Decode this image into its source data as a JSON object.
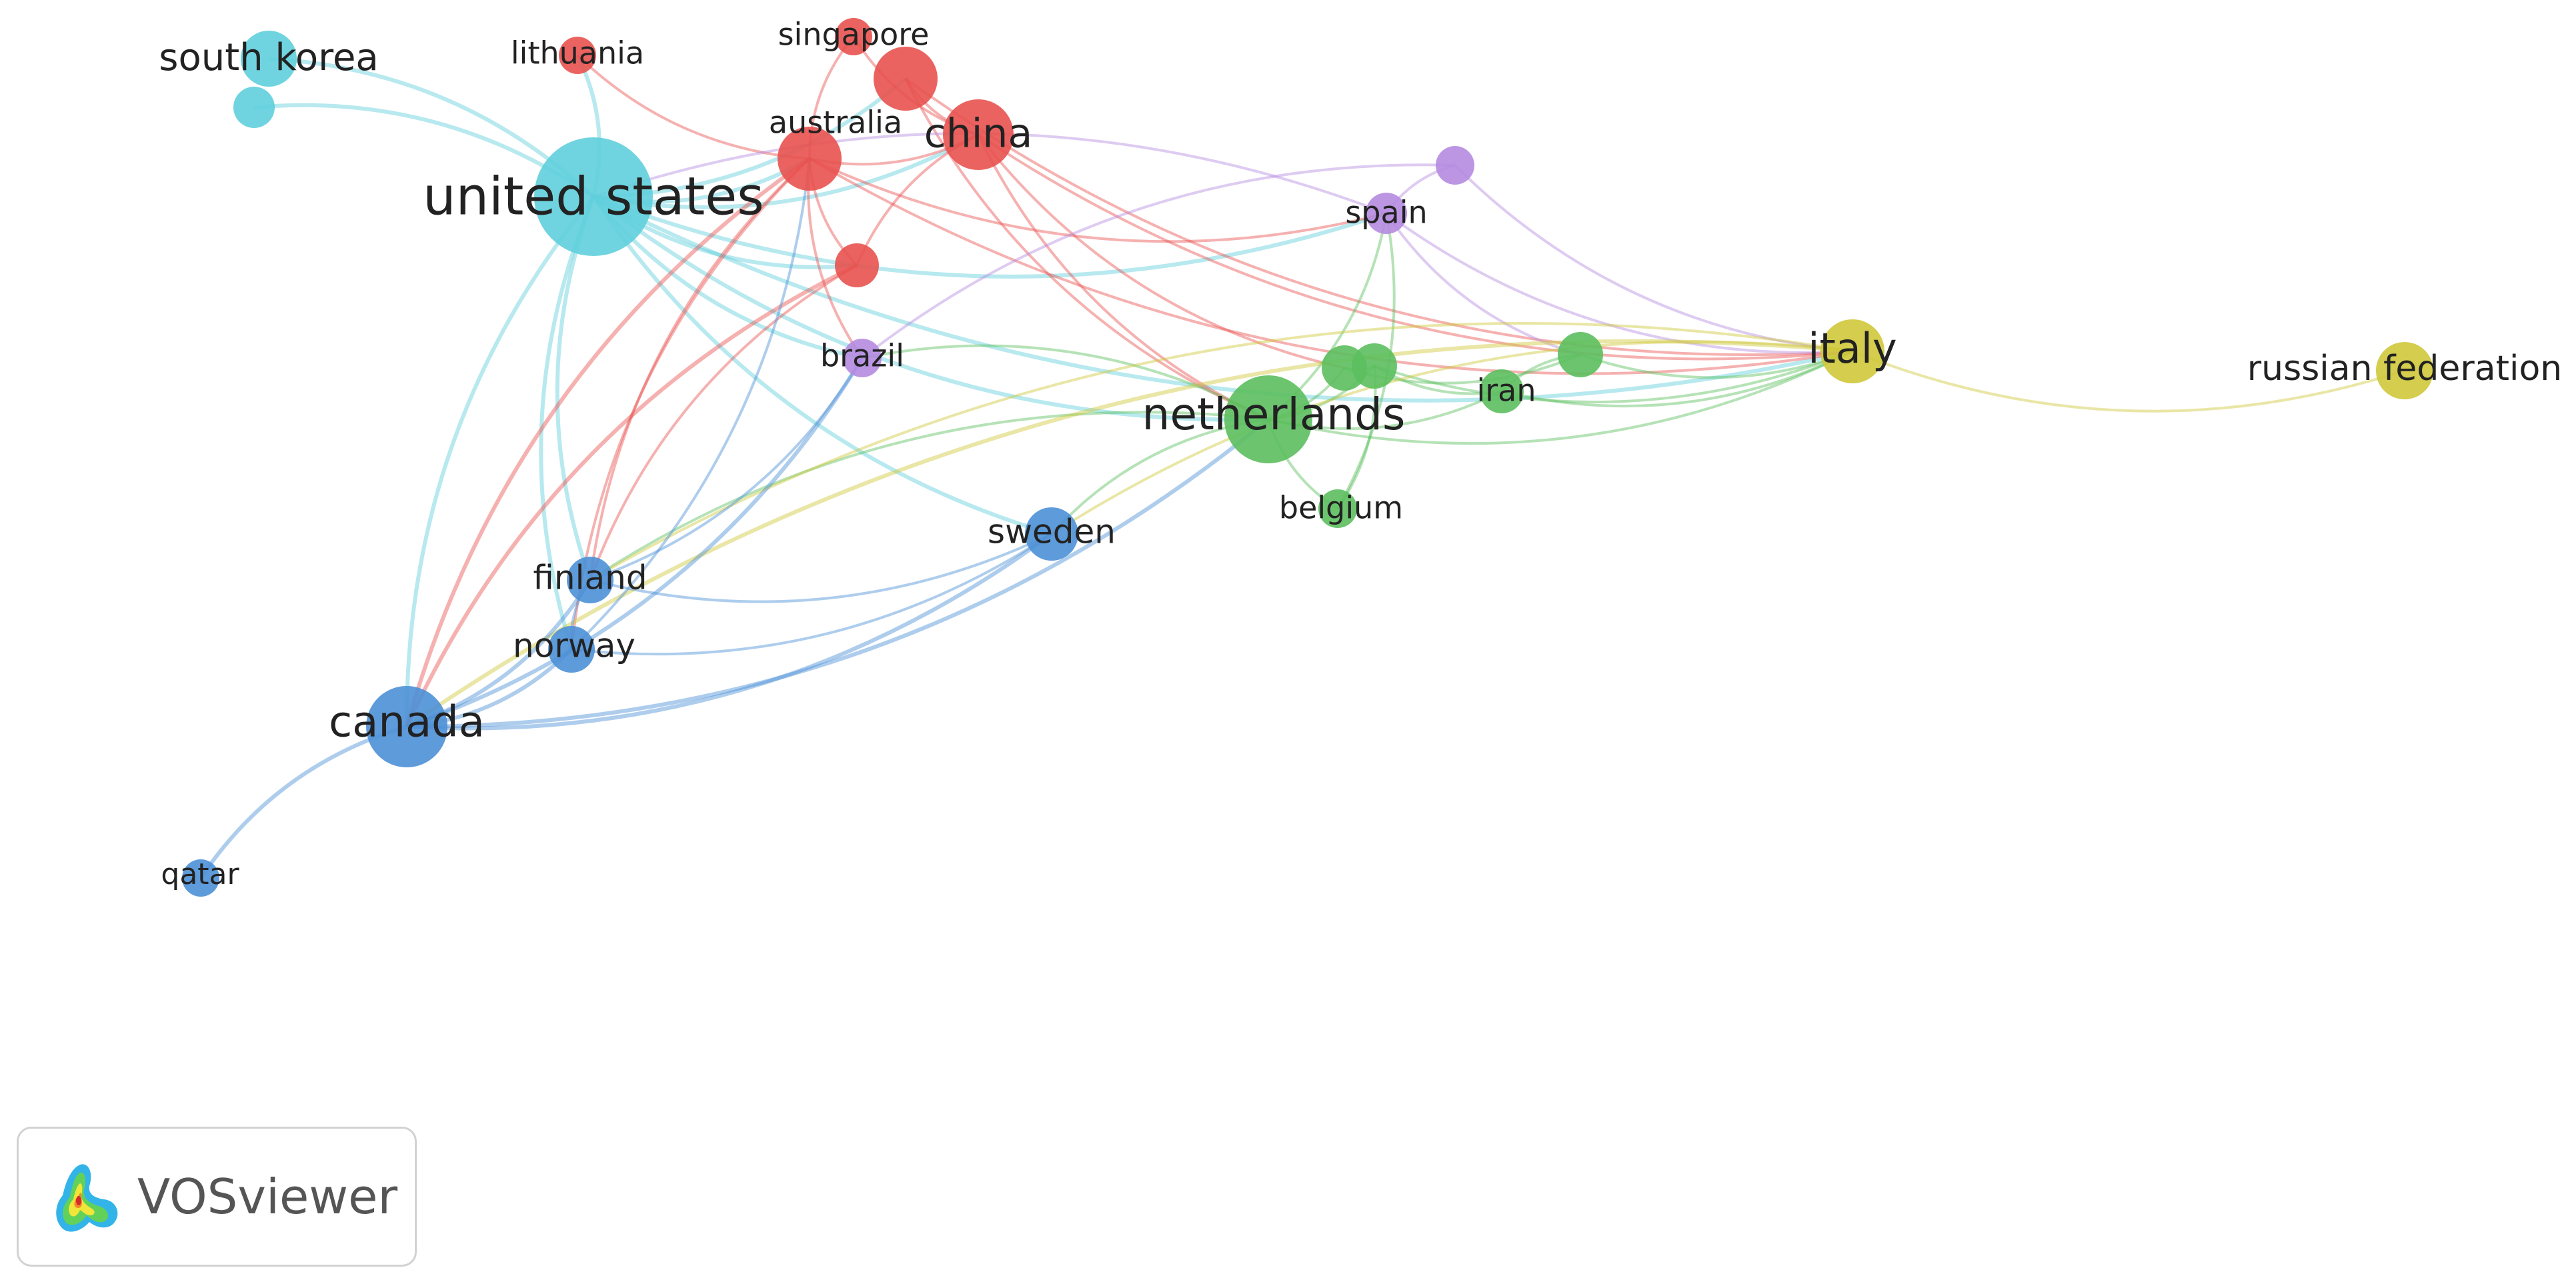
{
  "app": {
    "brand_name": "VOSviewer",
    "brand_logo_icon": "vosviewer-density-logo-icon"
  },
  "colors": {
    "cluster_cyan": "#5fcfdc",
    "cluster_red": "#e8524f",
    "cluster_green": "#5cbf5e",
    "cluster_blue": "#4c90d6",
    "cluster_yellow": "#cfc83a",
    "cluster_purple": "#b58be0",
    "label": "#222222"
  },
  "network": {
    "nodes": [
      {
        "id": "us",
        "label": "united states",
        "cluster": "cluster_cyan",
        "weight": 10
      },
      {
        "id": "sk",
        "label": "south korea",
        "cluster": "cluster_cyan",
        "weight": 2.2
      },
      {
        "id": "cy2",
        "label": "",
        "cluster": "cluster_cyan",
        "weight": 1.2
      },
      {
        "id": "lt",
        "label": "lithuania",
        "cluster": "cluster_red",
        "weight": 1
      },
      {
        "id": "sg",
        "label": "singapore",
        "cluster": "cluster_red",
        "weight": 1
      },
      {
        "id": "rd1",
        "label": "",
        "cluster": "cluster_red",
        "weight": 3
      },
      {
        "id": "au",
        "label": "australia",
        "cluster": "cluster_red",
        "weight": 3
      },
      {
        "id": "cn",
        "label": "china",
        "cluster": "cluster_red",
        "weight": 3.6
      },
      {
        "id": "rd2",
        "label": "",
        "cluster": "cluster_red",
        "weight": 1.4
      },
      {
        "id": "es",
        "label": "spain",
        "cluster": "cluster_purple",
        "weight": 1.2
      },
      {
        "id": "pu1",
        "label": "",
        "cluster": "cluster_purple",
        "weight": 1.1
      },
      {
        "id": "br",
        "label": "brazil",
        "cluster": "cluster_purple",
        "weight": 1.1
      },
      {
        "id": "nl",
        "label": "netherlands",
        "cluster": "cluster_green",
        "weight": 5.5
      },
      {
        "id": "gr1",
        "label": "",
        "cluster": "cluster_green",
        "weight": 1.5
      },
      {
        "id": "gr2",
        "label": "",
        "cluster": "cluster_green",
        "weight": 1.5
      },
      {
        "id": "gr3",
        "label": "",
        "cluster": "cluster_green",
        "weight": 1.5
      },
      {
        "id": "ir",
        "label": "iran",
        "cluster": "cluster_green",
        "weight": 1.4
      },
      {
        "id": "be",
        "label": "belgium",
        "cluster": "cluster_green",
        "weight": 1.1
      },
      {
        "id": "it",
        "label": "italy",
        "cluster": "cluster_yellow",
        "weight": 3
      },
      {
        "id": "ru",
        "label": "russian federation",
        "cluster": "cluster_yellow",
        "weight": 2.4
      },
      {
        "id": "se",
        "label": "sweden",
        "cluster": "cluster_blue",
        "weight": 2
      },
      {
        "id": "fi",
        "label": "finland",
        "cluster": "cluster_blue",
        "weight": 1.6
      },
      {
        "id": "no",
        "label": "norway",
        "cluster": "cluster_blue",
        "weight": 1.6
      },
      {
        "id": "ca",
        "label": "canada",
        "cluster": "cluster_blue",
        "weight": 4.8
      },
      {
        "id": "qa",
        "label": "qatar",
        "cluster": "cluster_blue",
        "weight": 1
      }
    ],
    "links": [
      [
        "us",
        "sk"
      ],
      [
        "us",
        "cy2"
      ],
      [
        "us",
        "au"
      ],
      [
        "us",
        "cn"
      ],
      [
        "us",
        "rd1"
      ],
      [
        "us",
        "ca"
      ],
      [
        "us",
        "fi"
      ],
      [
        "us",
        "no"
      ],
      [
        "us",
        "se"
      ],
      [
        "us",
        "br"
      ],
      [
        "us",
        "nl"
      ],
      [
        "us",
        "es"
      ],
      [
        "us",
        "it"
      ],
      [
        "us",
        "rd2"
      ],
      [
        "us",
        "lt"
      ],
      [
        "lt",
        "au"
      ],
      [
        "sg",
        "au"
      ],
      [
        "sg",
        "cn"
      ],
      [
        "rd1",
        "cn"
      ],
      [
        "au",
        "cn"
      ],
      [
        "au",
        "rd2"
      ],
      [
        "cn",
        "rd2"
      ],
      [
        "au",
        "br"
      ],
      [
        "au",
        "fi"
      ],
      [
        "au",
        "no"
      ],
      [
        "au",
        "ca"
      ],
      [
        "rd2",
        "ca"
      ],
      [
        "rd2",
        "fi"
      ],
      [
        "cn",
        "nl"
      ],
      [
        "cn",
        "it"
      ],
      [
        "cn",
        "gr1"
      ],
      [
        "au",
        "it"
      ],
      [
        "au",
        "es"
      ],
      [
        "rd1",
        "it"
      ],
      [
        "rd1",
        "nl"
      ],
      [
        "nl",
        "gr1"
      ],
      [
        "nl",
        "gr2"
      ],
      [
        "nl",
        "ir"
      ],
      [
        "nl",
        "be"
      ],
      [
        "nl",
        "it"
      ],
      [
        "nl",
        "se"
      ],
      [
        "nl",
        "fi"
      ],
      [
        "nl",
        "br"
      ],
      [
        "gr1",
        "gr2"
      ],
      [
        "gr2",
        "ir"
      ],
      [
        "gr3",
        "ir"
      ],
      [
        "gr1",
        "gr3"
      ],
      [
        "gr3",
        "it"
      ],
      [
        "ir",
        "it"
      ],
      [
        "gr2",
        "it"
      ],
      [
        "be",
        "gr2"
      ],
      [
        "be",
        "es"
      ],
      [
        "nl",
        "es"
      ],
      [
        "es",
        "it"
      ],
      [
        "pu1",
        "it"
      ],
      [
        "pu1",
        "br"
      ],
      [
        "es",
        "us"
      ],
      [
        "es",
        "gr3"
      ],
      [
        "pu1",
        "es"
      ],
      [
        "it",
        "ru"
      ],
      [
        "it",
        "se"
      ],
      [
        "it",
        "ca"
      ],
      [
        "it",
        "fi"
      ],
      [
        "ca",
        "fi"
      ],
      [
        "ca",
        "no"
      ],
      [
        "ca",
        "se"
      ],
      [
        "ca",
        "qa"
      ],
      [
        "fi",
        "no"
      ],
      [
        "fi",
        "se"
      ],
      [
        "no",
        "se"
      ],
      [
        "ca",
        "br"
      ],
      [
        "fi",
        "br"
      ],
      [
        "no",
        "au"
      ],
      [
        "ca",
        "nl"
      ]
    ]
  }
}
